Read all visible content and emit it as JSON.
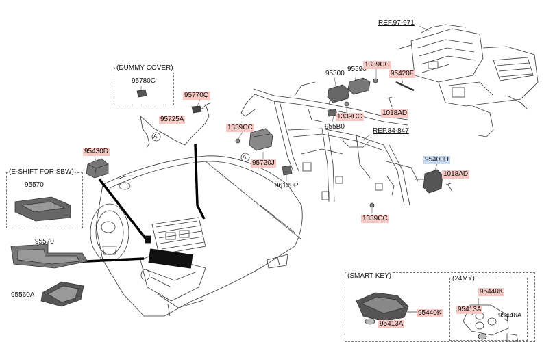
{
  "figure": {
    "theme_color_red_highlight": "#f6c9c4",
    "theme_color_blue_highlight": "#c7dbf2",
    "boxes": {
      "dummy_cover": "(DUMMY COVER)",
      "e_shift": "(E-SHIFT FOR SBW)",
      "smart_key": "(SMART KEY)",
      "my24": "(24MY)"
    },
    "refs": {
      "ref_97": "REF.97-971",
      "ref_84": "REF.84-847"
    },
    "callouts": {
      "a1": "A",
      "a2": "A"
    },
    "parts": {
      "p95780C": "95780C",
      "p95770Q": "95770Q",
      "p95725A": "95725A",
      "p95430D": "95430D",
      "p95570a": "95570",
      "p95570b": "95570",
      "p95560A": "95560A",
      "p95300": "95300",
      "p95590": "95590",
      "p1339CCa": "1339CC",
      "p95420F": "95420F",
      "p1018ADa": "1018AD",
      "p1339CCb": "1339CC",
      "p955B0": "955B0",
      "p1339CCc": "1339CC",
      "p95720J": "95720J",
      "p96120P": "96120P",
      "p95400U": "95400U",
      "p1018ADb": "1018AD",
      "p1339CCd": "1339CC",
      "p95440Ka": "95440K",
      "p95413Aa": "95413A",
      "p95440Kb": "95440K",
      "p95413Ab": "95413A",
      "p95446A": "95446A"
    }
  }
}
